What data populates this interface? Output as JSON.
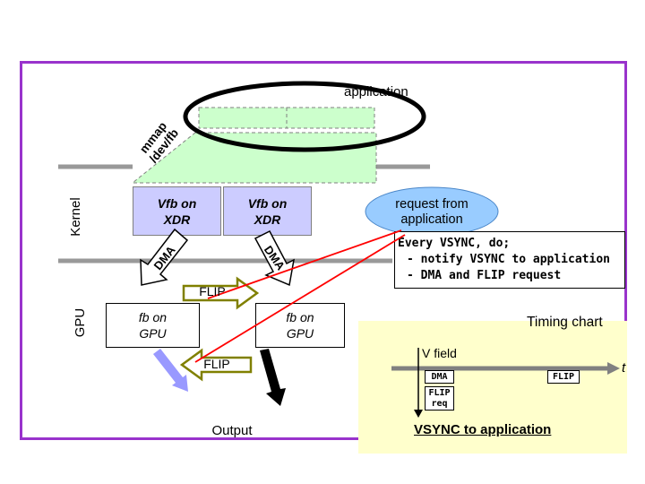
{
  "colors": {
    "frame": "#9933cc",
    "vfb_fill": "#ccccff",
    "plane_fill": "#ccffcc",
    "bubble_fill": "#99ccff",
    "timing_fill": "#ffffcc",
    "gray_line": "#999999",
    "flip_outline": "#808000",
    "request_line_red": "#ff0000",
    "purple_arrow": "#9999ff"
  },
  "diagram": {
    "application_label": "application",
    "mmap_label": {
      "line1": "mmap",
      "line2": "/dev/fb"
    },
    "kernel_label": "Kernel",
    "gpu_label": "GPU",
    "vfb1": {
      "line1": "Vfb on",
      "line2": "XDR"
    },
    "vfb2": {
      "line1": "Vfb on",
      "line2": "XDR"
    },
    "request_bubble": {
      "line1": "request from",
      "line2": "application"
    },
    "vsync_note": {
      "line1": "Every VSYNC, do;",
      "line2": "- notify VSYNC to application",
      "line3": "- DMA and FLIP request"
    },
    "dma_label_1": "DMA",
    "dma_label_2": "DMA",
    "flip_label_right": "FLIP",
    "flip_label_left": "FLIP",
    "fb1": {
      "line1": "fb on",
      "line2": "GPU"
    },
    "fb2": {
      "line1": "fb on",
      "line2": "GPU"
    },
    "output_label": "Output"
  },
  "timing_chart": {
    "title": "Timing chart",
    "v_field_label": "V field",
    "time_axis_label": "t",
    "dma_marker": "DMA",
    "flip_marker": "FLIP",
    "flip_req_marker": {
      "line1": "FLIP",
      "line2": "req"
    },
    "vsync_caption": "VSYNC to application"
  }
}
